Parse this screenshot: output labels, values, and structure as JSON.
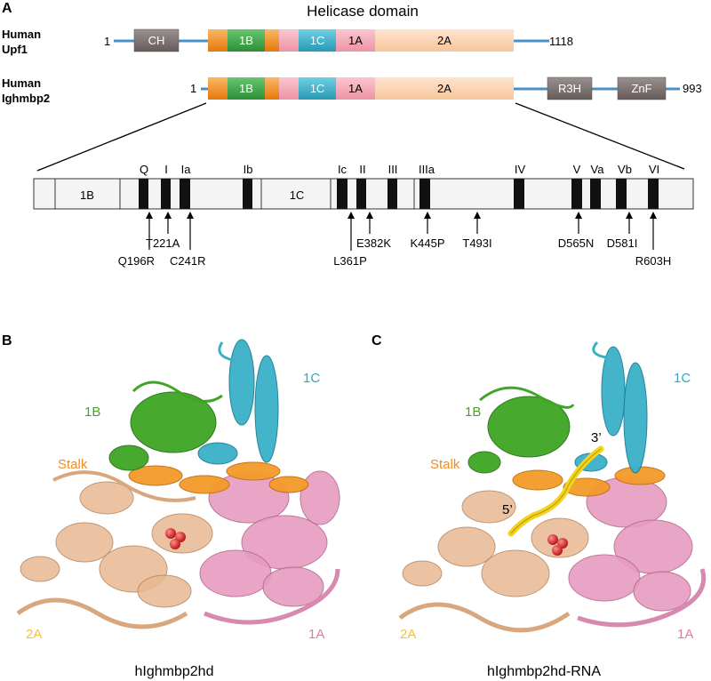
{
  "panels": {
    "a": {
      "letter": "A"
    },
    "b": {
      "letter": "B",
      "caption": "hIghmbp2hd"
    },
    "c": {
      "letter": "C",
      "caption": "hIghmbp2hd-RNA"
    }
  },
  "domain_title": "Helicase domain",
  "proteins": {
    "upf1": {
      "species": "Human",
      "name": "Upf1",
      "start": "1",
      "end": "1118",
      "domains": {
        "ch": "CH",
        "d1b": "1B",
        "d1c": "1C",
        "d1a": "1A",
        "d2a": "2A"
      }
    },
    "ighmbp2": {
      "species": "Human",
      "name": "Ighmbp2",
      "start": "1",
      "end": "993",
      "domains": {
        "d1b": "1B",
        "d1c": "1C",
        "d1a": "1A",
        "d2a": "2A",
        "r3h": "R3H",
        "znf": "ZnF"
      }
    }
  },
  "motif_map": {
    "regions": {
      "r1b": "1B",
      "r1c": "1C"
    },
    "motifs": [
      "Q",
      "I",
      "Ia",
      "Ib",
      "Ic",
      "II",
      "III",
      "IIIa",
      "IV",
      "V",
      "Va",
      "Vb",
      "VI"
    ],
    "mutations": [
      "Q196R",
      "T221A",
      "C241R",
      "L361P",
      "E382K",
      "K445P",
      "T493I",
      "D565N",
      "D581I",
      "R603H"
    ]
  },
  "structure_labels": {
    "b": {
      "l1b": "1B",
      "l1c": "1C",
      "stalk": "Stalk",
      "l2a": "2A",
      "l1a": "1A"
    },
    "c": {
      "l1b": "1B",
      "l1c": "1C",
      "stalk": "Stalk",
      "l2a": "2A",
      "l1a": "1A",
      "three": "3’",
      "five": "5’"
    }
  },
  "colors": {
    "ch": "#7f7574",
    "orange": "#f7941d",
    "green": "#3fae49",
    "pink": "#f4a8b8",
    "cyan": "#3bb6cf",
    "tan": "#fbd5b5",
    "line": "#4a90c2",
    "label_1b": "#4aa329",
    "label_1c": "#2fa7c0",
    "label_stalk": "#f08c1e",
    "label_2a": "#f0c23c",
    "label_1a": "#d57fa8",
    "rna": "#f2d321",
    "mg": "#d62020"
  }
}
